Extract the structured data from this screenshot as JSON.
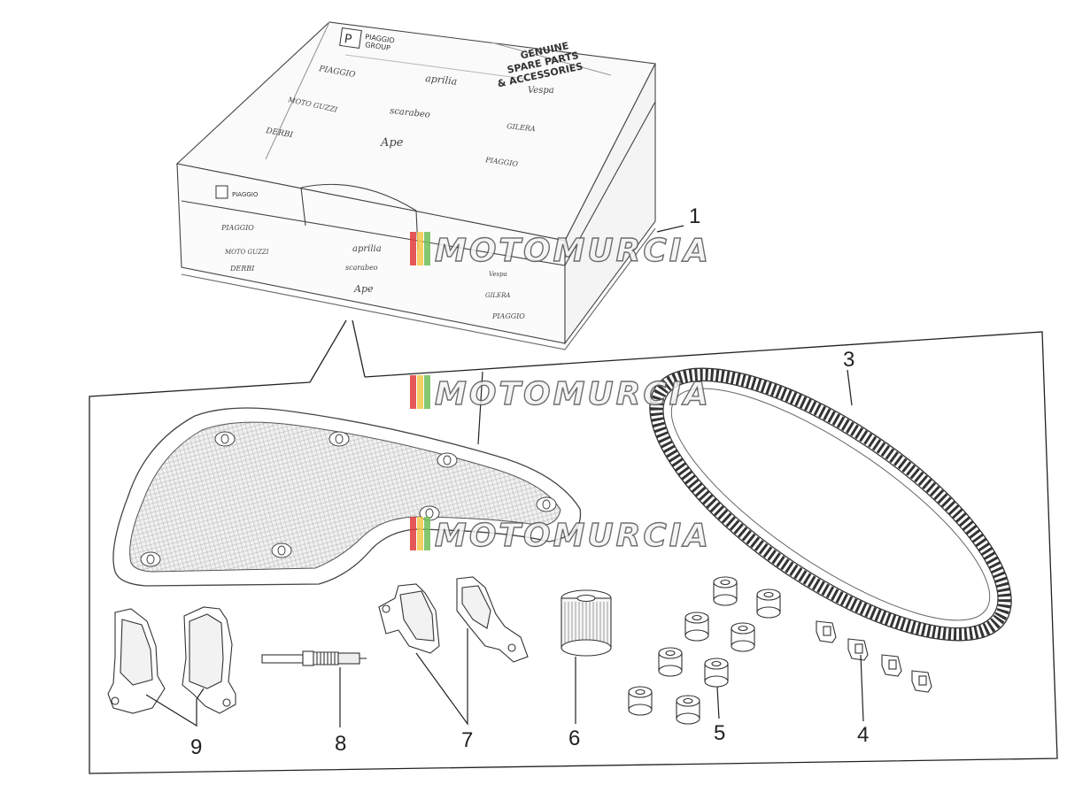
{
  "callouts": {
    "c1": "1",
    "c3": "3",
    "c4": "4",
    "c5": "5",
    "c6": "6",
    "c7": "7",
    "c8": "8",
    "c9": "9"
  },
  "box": {
    "group_logo_line1": "PIAGGIO",
    "group_logo_line2": "GROUP",
    "genuine_line1": "GENUINE",
    "genuine_line2": "SPARE PARTS",
    "genuine_line3": "& ACCESSORIES",
    "brands_top": [
      "PIAGGIO",
      "aprilia",
      "Vespa",
      "MOTO GUZZI",
      "scarabeo",
      "DERBI",
      "Ape",
      "GILERA",
      "PIAGGIO"
    ],
    "brands_side": [
      "PIAGGIO",
      "MOTO GUZZI",
      "DERBI",
      "aprilia",
      "scarabeo",
      "Ape",
      "Vespa",
      "GILERA",
      "PIAGGIO"
    ]
  },
  "watermark": {
    "text": "MOTOMURCIA",
    "stripe_colors": [
      "#e23b3b",
      "#f2c84b",
      "#6fbf57"
    ]
  }
}
